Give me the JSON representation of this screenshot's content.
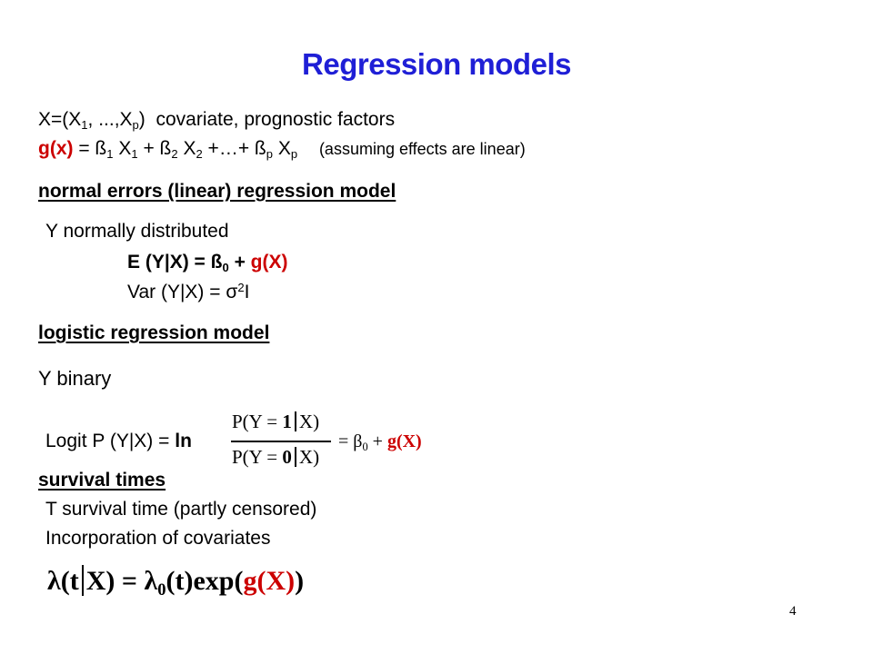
{
  "title": "Regression models",
  "covariates": {
    "x_def_prefix": "X=(X",
    "sub1": "1",
    "ellipsis": ", ...,X",
    "subp": "p",
    "close": ")",
    "description": "covariate, prognostic factors"
  },
  "gx": {
    "lhs": "g(x)",
    "eq": " = ß",
    "s1": "1",
    "x1": " X",
    "x1s": "1",
    "plus2": " + ß",
    "s2": "2",
    "x2": " X",
    "x2s": "2",
    "plusdots": " +…+ ß",
    "sp": "p",
    "xp": " X",
    "xps": "p",
    "note": "(assuming effects are linear)"
  },
  "normal": {
    "heading": "normal errors (linear) regression model",
    "line1": "Y normally distributed",
    "e_prefix": "E (Y|X) = ß",
    "e_sub": "0",
    "e_plus": " + ",
    "e_g": "g(X)",
    "var_prefix": "Var (Y|X) = σ",
    "var_sup": "2",
    "var_suffix": "I"
  },
  "logistic": {
    "heading": "logistic regression model",
    "line1": "Y binary",
    "logit_prefix": "Logit P (Y|X) = ",
    "ln": "ln",
    "num_left": "P(Y = ",
    "num_one": "1",
    "num_right": "X)",
    "den_left": "P(Y = ",
    "den_zero": "0",
    "den_right": "X)",
    "rhs_eq": "= β",
    "rhs_sub": "0",
    "rhs_plus": " + ",
    "rhs_g": "g(X)"
  },
  "survival": {
    "heading": "survival times",
    "line1": "T survival time (partly censored)",
    "line2": "Incorporation of covariates",
    "lambda_left": "λ(t",
    "lambda_x": "X) = λ",
    "lambda_sub": "0",
    "lambda_mid": "(t)exp",
    "lambda_open": "(",
    "lambda_g": "g(X)",
    "lambda_close": ")"
  },
  "page_number": "4",
  "colors": {
    "title": "#1f1fd6",
    "accent": "#cc0000",
    "text": "#000000"
  }
}
